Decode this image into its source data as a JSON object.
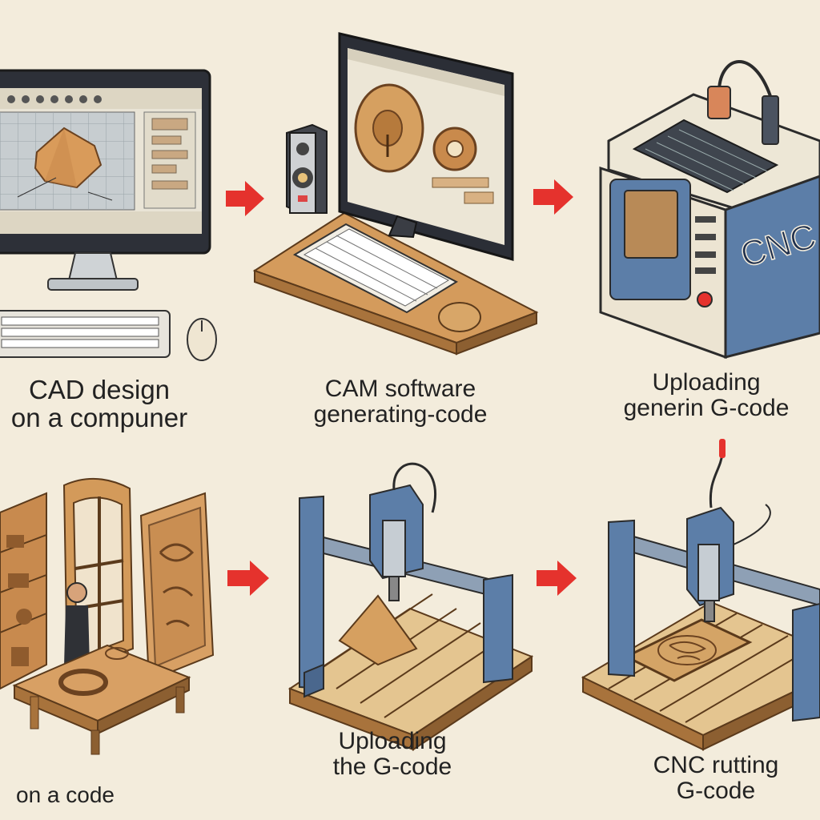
{
  "steps": [
    {
      "line1": "CAD design",
      "line2": "on a compuner"
    },
    {
      "line1": "CAM software",
      "line2": "generating-code"
    },
    {
      "line1": "Uploading",
      "line2": "generin G-code"
    },
    {
      "line1": "",
      "line2": "on a code"
    },
    {
      "line1": "Uploading",
      "line2": "the G-code"
    },
    {
      "line1": "CNC rutting",
      "line2": "G-code"
    }
  ],
  "machine_label": "CNC",
  "colors": {
    "background": "#f3ecdc",
    "arrow": "#e5322d",
    "wood": "#d9a364",
    "steel": "#5c7ea8",
    "outline": "#2b2b2b"
  },
  "icons": [
    "monitor-icon",
    "keyboard-icon",
    "mouse-icon",
    "speaker-icon",
    "desk-icon",
    "cnc-machine-icon",
    "bookshelf-icon",
    "window-frame-icon",
    "carved-panel-icon",
    "person-icon",
    "table-icon",
    "cnc-router-icon",
    "arrow-icon"
  ]
}
